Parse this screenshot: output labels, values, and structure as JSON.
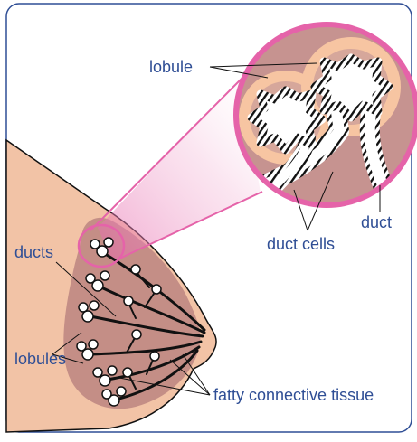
{
  "labels": {
    "lobule": "lobule",
    "duct": "duct",
    "duct_cells": "duct cells",
    "ducts": "ducts",
    "lobules": "lobules",
    "fatty_tissue": "fatty connective tissue"
  },
  "colors": {
    "frame": "#2f4e95",
    "label_text": "#2f4e95",
    "skin": "#f2c3a6",
    "breast_tissue": "#c48e86",
    "zoom_fill": "#c69390",
    "zoom_ring": "#e563a9",
    "lobule_halo": "#f7c5a2",
    "lobule_inner": "#d6a79b",
    "outline": "#111111"
  },
  "icons": {
    "magnifier": "zoom-circle",
    "structure": "branching-ducts"
  }
}
